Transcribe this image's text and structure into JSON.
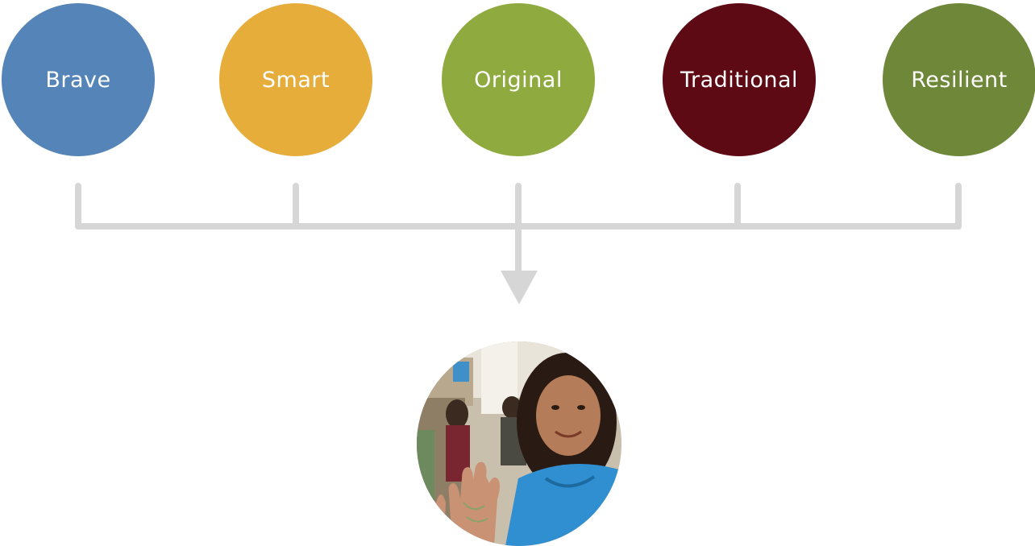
{
  "nodes": [
    {
      "label": "Brave",
      "color": "#5484B8"
    },
    {
      "label": "Smart",
      "color": "#E6AD3B"
    },
    {
      "label": "Original",
      "color": "#8FAA3E"
    },
    {
      "label": "Traditional",
      "color": "#5E0A14"
    },
    {
      "label": "Resilient",
      "color": "#6E8739"
    }
  ],
  "connector_color": "#D6D6D6",
  "photo": {
    "subject": "smiling girl waving hand"
  }
}
